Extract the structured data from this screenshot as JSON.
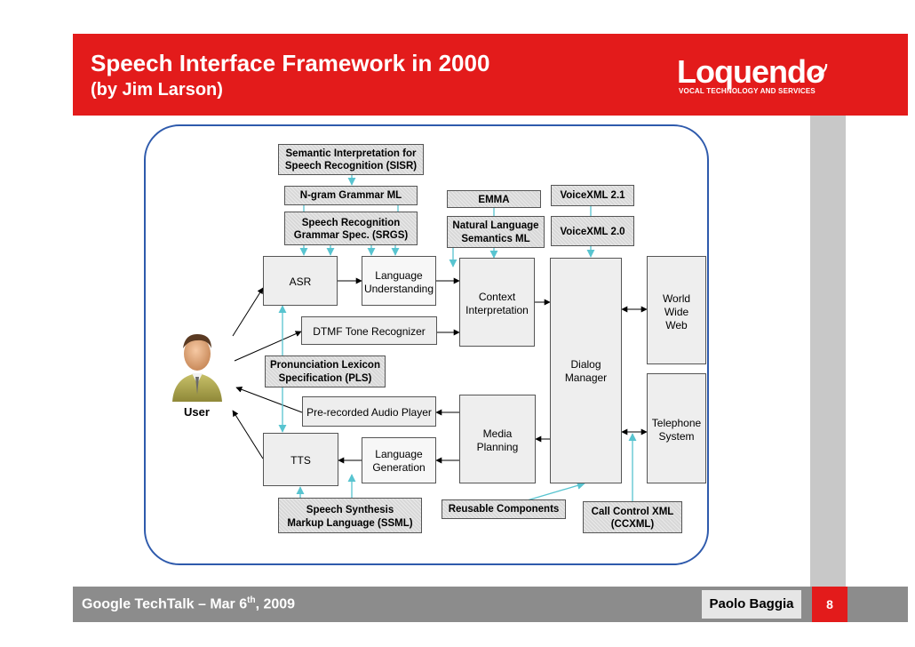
{
  "header": {
    "title_line1": "Speech Interface Framework in 2000",
    "title_line2": "(by Jim Larson)",
    "logo_text": "Loquendo",
    "logo_tagline": "VOCAL TECHNOLOGY AND SERVICES"
  },
  "footer": {
    "event": "Google TechTalk – Mar 6",
    "event_sup": "th",
    "event_year": ", 2009",
    "author": "Paolo Baggia",
    "page_number": "8"
  },
  "diagram": {
    "specs": {
      "sisr": [
        "Semantic Interpretation for",
        "Speech Recognition (SISR)"
      ],
      "ngram": [
        "N-gram Grammar ML"
      ],
      "srgs": [
        "Speech Recognition",
        "Grammar Spec. (SRGS)"
      ],
      "emma": [
        "EMMA"
      ],
      "nlsml": [
        "Natural Language",
        "Semantics ML"
      ],
      "voicexml21": [
        "VoiceXML 2.1"
      ],
      "voicexml20": [
        "VoiceXML 2.0"
      ],
      "pls": [
        "Pronunciation Lexicon",
        "Specification (PLS)"
      ],
      "ssml": [
        "Speech Synthesis",
        "Markup Language (SSML)"
      ],
      "reusable": [
        "Reusable Components"
      ],
      "ccxml": [
        "Call Control XML",
        "(CCXML)"
      ]
    },
    "components": {
      "asr": [
        "ASR"
      ],
      "lu": [
        "Language",
        "Understanding"
      ],
      "dtmf": [
        "DTMF Tone Recognizer"
      ],
      "context": [
        "Context",
        "Interpretation"
      ],
      "dialog": [
        "Dialog",
        "Manager"
      ],
      "www": [
        "World",
        "Wide",
        "Web"
      ],
      "telephone": [
        "Telephone",
        "System"
      ],
      "audio": [
        "Pre-recorded Audio Player"
      ],
      "media": [
        "Media",
        "Planning"
      ],
      "tts": [
        "TTS"
      ],
      "lg": [
        "Language",
        "Generation"
      ]
    },
    "user_label": "User"
  },
  "colors": {
    "header_red": "#e31b1b",
    "frame_blue": "#2e5aac",
    "connector_cyan": "#58c4d0",
    "footer_gray": "#8c8c8c"
  }
}
